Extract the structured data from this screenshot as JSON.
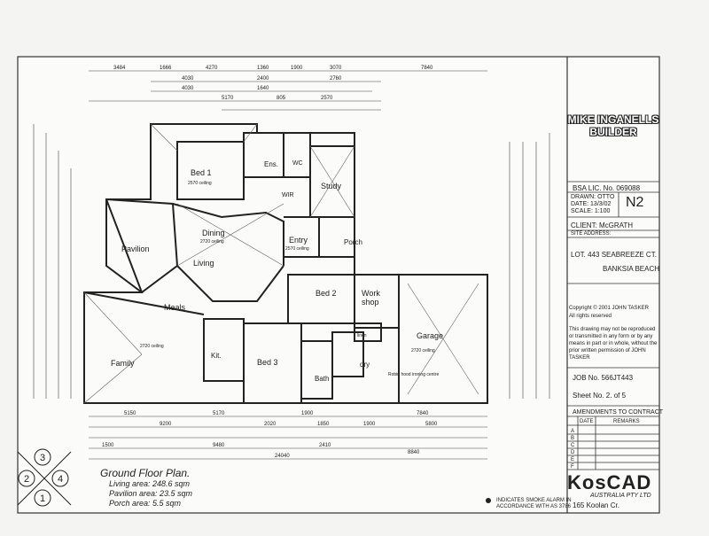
{
  "title_block": {
    "builder_line1": "MIKE INGANELLS",
    "builder_line2": "BUILDER",
    "license": "BSA LIC. No. 069088",
    "drawn": "DRAWN: OTTO",
    "date": "DATE:   13/3/02",
    "scale": "SCALE:  1:100",
    "sheet_code": "N2",
    "client": "CLIENT: McGRATH",
    "site_label": "SITE ADDRESS:",
    "site_line1": "LOT. 443 SEABREEZE CT.",
    "site_line2": "BANKSIA BEACH",
    "copyright": "Copyright © 2001 JOHN TASKER",
    "rights": "All rights reserved",
    "notice": "This drawing may not be reproduced or transmitted in any form or by any means in part or in whole, without the prior written permission of  JOHN TASKER",
    "job_no": "JOB No.   566JT443",
    "sheet_no": "Sheet No. 2. of 5",
    "amendments_title": "AMENDMENTS TO CONTRACT",
    "amend_date_col": "DATE",
    "amend_remarks_col": "REMARKS",
    "amend_rows": [
      "A",
      "B",
      "C",
      "D",
      "E",
      "F"
    ],
    "logo": "KosCAD",
    "logo_sub": "AUSTRALIA PTY LTD",
    "address": "165 Koolan Cr."
  },
  "smoke_note": {
    "line1": "INDICATES SMOKE ALARM IN",
    "line2": "ACCORDANCE WITH AS 3786"
  },
  "legend": {
    "title": "Ground Floor Plan.",
    "living": "Living area: 248.6 sqm",
    "pavilion": "Pavilion area: 23.5 sqm",
    "porch": "Porch area:   5.5 sqm"
  },
  "compass": [
    "3",
    "2",
    "4",
    "1"
  ],
  "rooms": {
    "bed1": "Bed 1",
    "bed1_ceiling": "2570 ceiling",
    "ens": "Ens.",
    "wc": "WC",
    "wir": "WIR",
    "study": "Study",
    "dining": "Dining",
    "dining_ceiling": "2720 ceiling",
    "living": "Living",
    "pavilion": "Pavilion",
    "entry": "Entry",
    "entry_ceiling": "2570 ceiling",
    "porch": "Porch",
    "bed2": "Bed 2",
    "workshop_1": "Work",
    "workshop_2": "shop",
    "garage": "Garage",
    "garage_ceiling": "2720 ceiling",
    "meals": "Meals",
    "family": "Family",
    "family_ceiling": "2720 ceiling",
    "kit": "Kit.",
    "bed3": "Bed 3",
    "bath": "Bath",
    "dry": "dry",
    "linen": "linen",
    "ironing": "Robin hood ironing centre"
  },
  "dims_top": [
    "3484",
    "1666",
    "4270",
    "1360",
    "1900",
    "3070",
    "7840"
  ],
  "dims_top2": [
    "4030",
    "4030",
    "2400",
    "2760",
    "1640",
    "5170",
    "805",
    "2570"
  ],
  "dims_bottom": [
    "5150",
    "5170",
    "1900",
    "7840"
  ],
  "dims_bottom2": [
    "9200",
    "2020",
    "1850",
    "1900",
    "5800"
  ],
  "dims_bottom3": [
    "1500",
    "9480",
    "2410",
    "8840"
  ],
  "dims_total": "24040"
}
